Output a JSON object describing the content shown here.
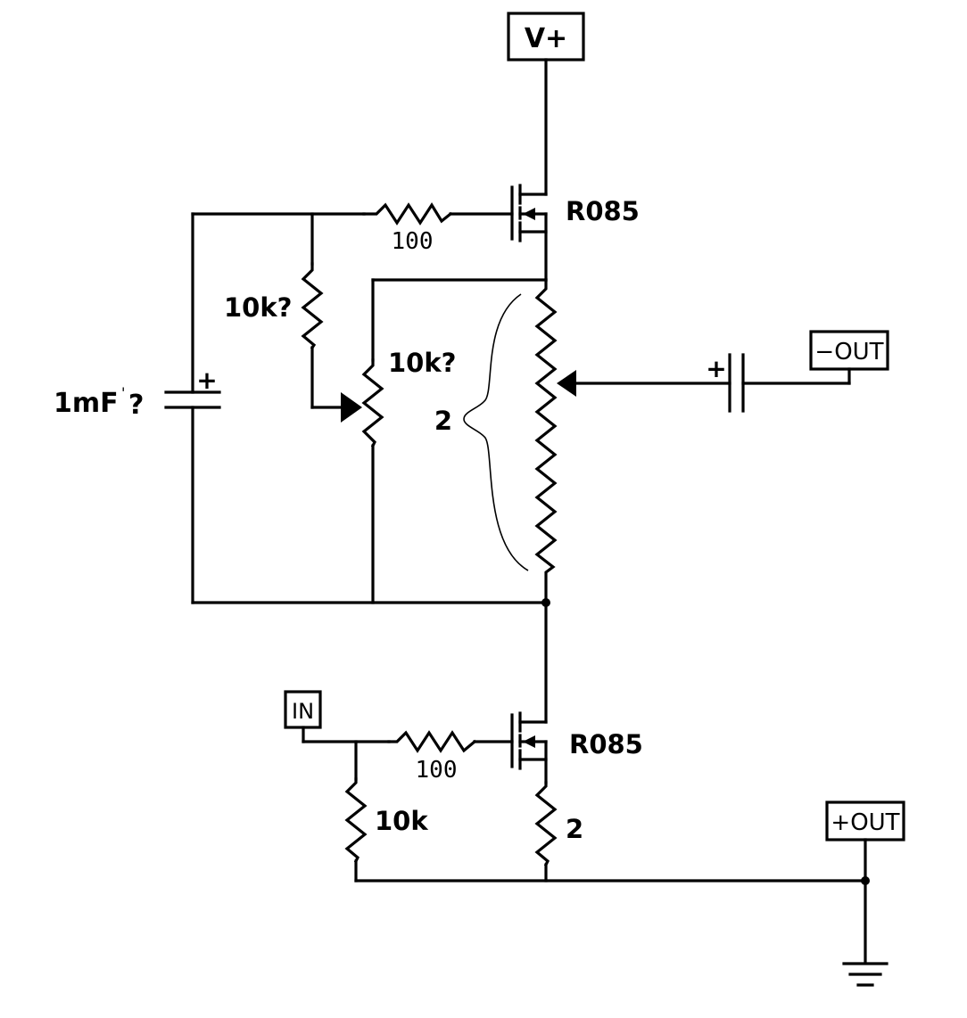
{
  "terminals": {
    "vplus": "V+",
    "minus_out": "−OUT",
    "plus_out": "+OUT",
    "in": "IN"
  },
  "transistors": {
    "upper": "R085",
    "lower": "R085"
  },
  "labels": {
    "upper_gate_resistor": "100",
    "lower_gate_resistor": "100",
    "bias_resistor": "10k?",
    "pot": "10k?",
    "cap": "1mF",
    "cap_tick": "'",
    "cap_question": "?",
    "cap_plus": "+",
    "out_cap_plus": "+",
    "string_count": "2",
    "lower_gate_pulldown": "10k",
    "source_resistor": "2"
  }
}
